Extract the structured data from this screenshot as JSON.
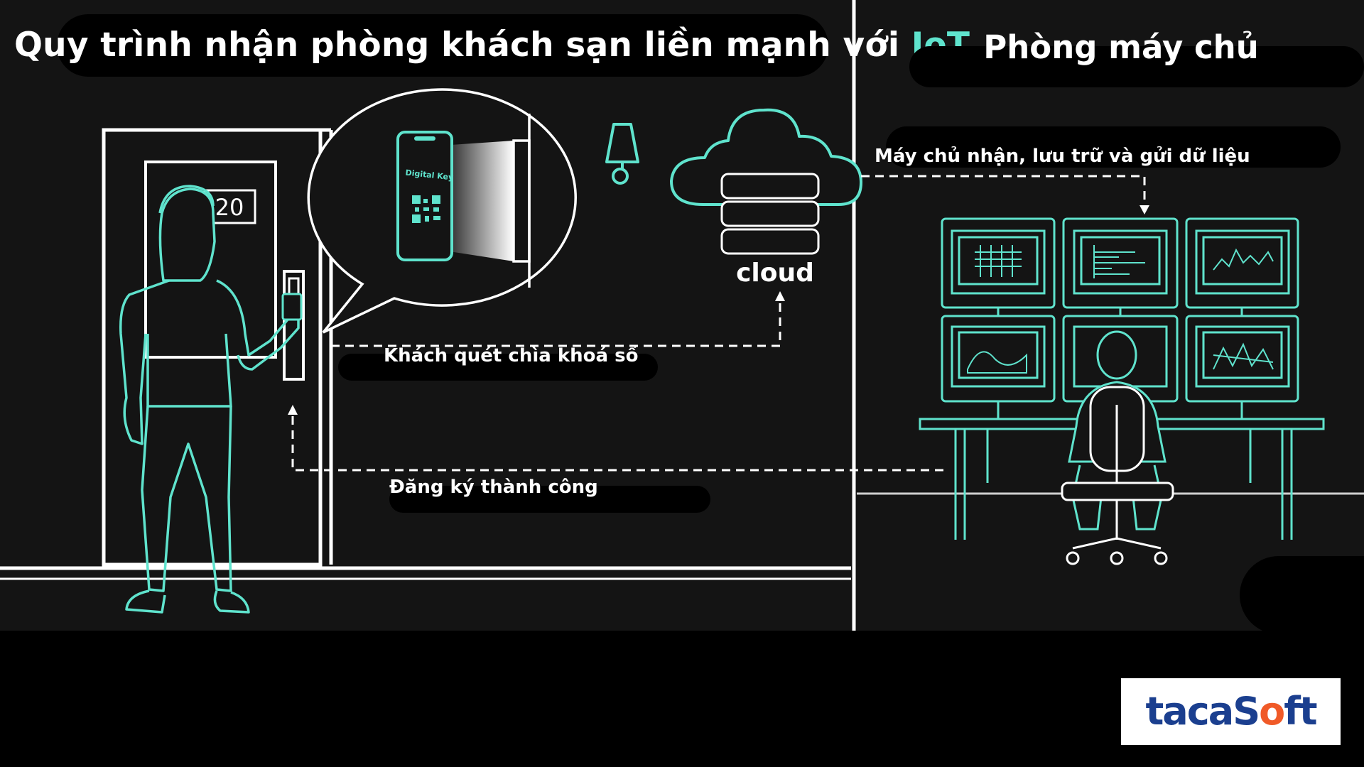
{
  "title": {
    "main": "Quy trình nhận phòng khách sạn liền mạnh với ",
    "accent": "IoT"
  },
  "server_room_title": "Phòng máy chủ",
  "labels": {
    "server_receives": "Máy chủ nhận, lưu trữ và gửi dữ liệu",
    "guest_scans": "Khách quét chìa khoá số",
    "registration_success": "Đăng ký thành công"
  },
  "door_number": "20",
  "phone_text": "Digital Key",
  "cloud_label": "cloud",
  "logo": {
    "part1": "taca",
    "part2": "S",
    "part3": "o",
    "part4": "ft"
  },
  "colors": {
    "accent": "#5fe3cd",
    "background": "#141414",
    "line": "#ffffff"
  }
}
